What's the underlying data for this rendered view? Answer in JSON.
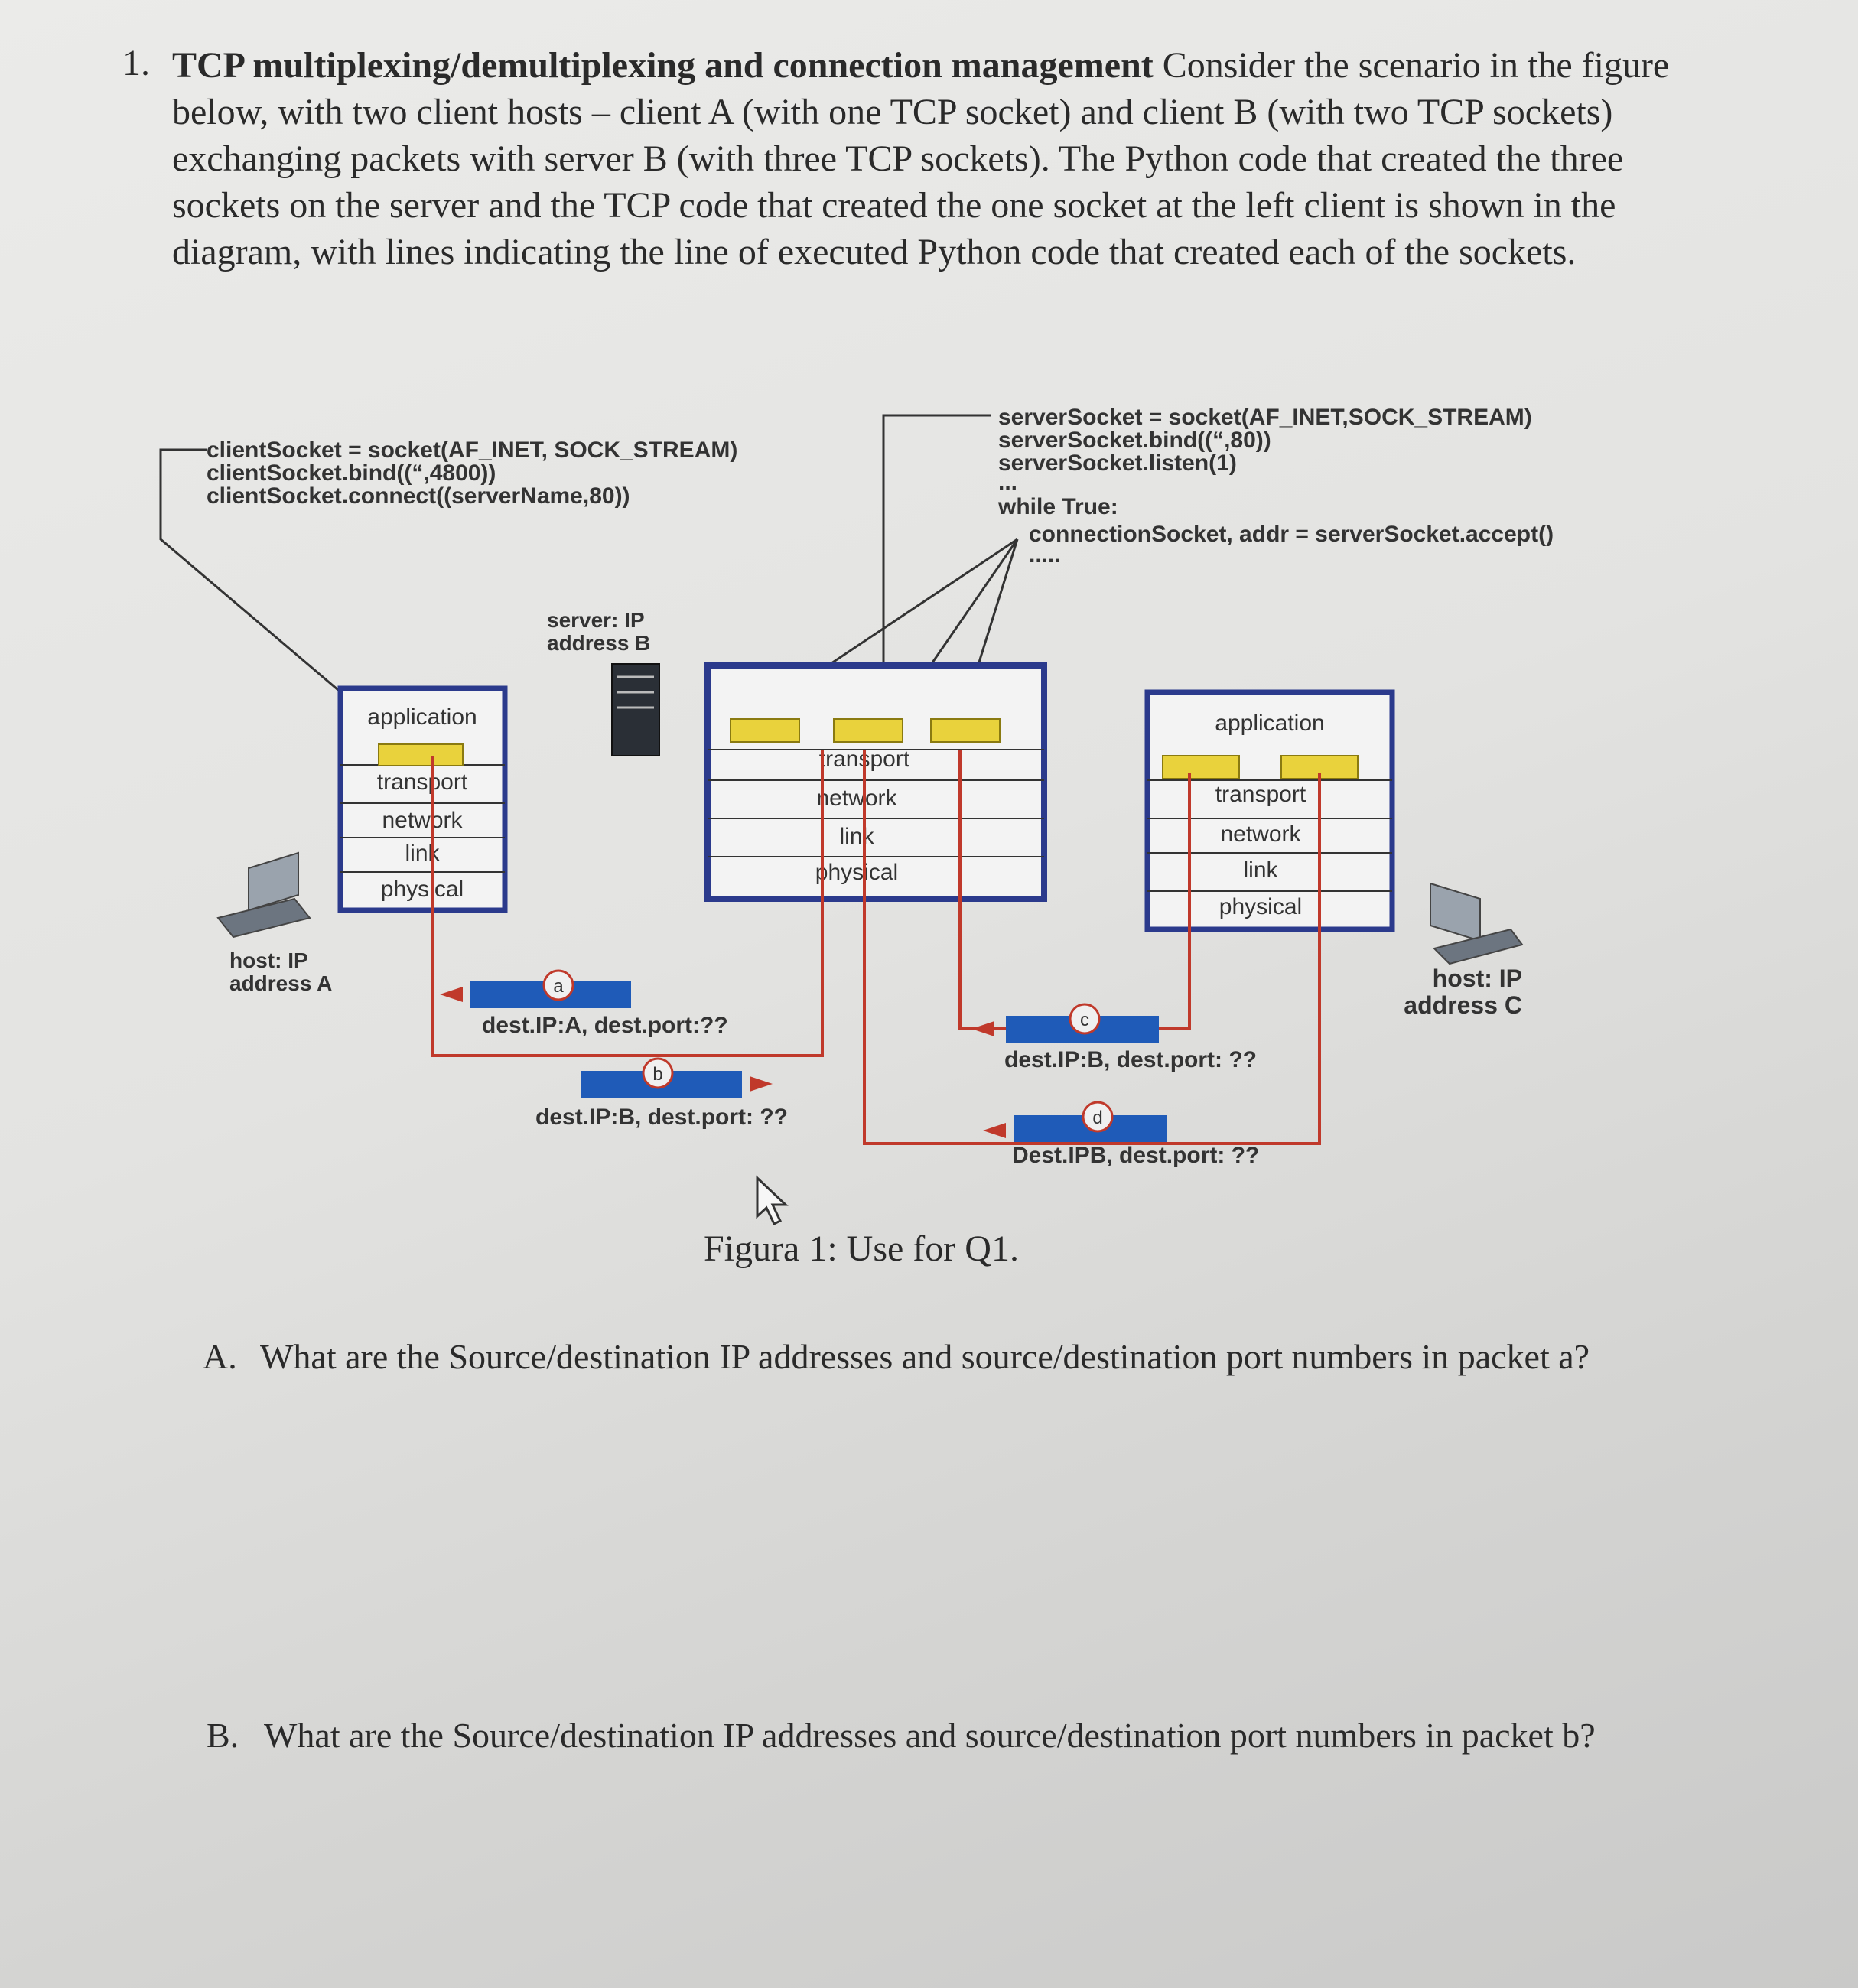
{
  "question": {
    "number": "1.",
    "title": "TCP multiplexing/demultiplexing and connection management",
    "body": " Consider the scenario in the figure below, with two client hosts – client A (with one TCP socket) and client B (with two TCP sockets) exchanging packets with server B (with three TCP sockets). The Python code that created the three sockets on the server and the TCP code that created the one socket at the left client is shown in the diagram, with lines indicating the line of executed Python code that created each of the sockets."
  },
  "figure": {
    "client_code": [
      "clientSocket = socket(AF_INET, SOCK_STREAM)",
      "clientSocket.bind((“,4800))",
      "clientSocket.connect((serverName,80))"
    ],
    "server_code": [
      "serverSocket = socket(AF_INET,SOCK_STREAM)",
      "serverSocket.bind((“,80))",
      "serverSocket.listen(1)",
      "...",
      "while True:",
      "connectionSocket, addr = serverSocket.accept()",
      "....."
    ],
    "server_label": [
      "server: IP",
      "address B"
    ],
    "host_a_label": [
      "host: IP",
      "address A"
    ],
    "host_c_label": [
      "host: IP",
      "address C"
    ],
    "layers": {
      "application": "application",
      "transport": "transport",
      "network": "network",
      "link": "link",
      "physical": "physical"
    },
    "packets": [
      {
        "tag": "a",
        "label": "dest.IP:A, dest.port:??"
      },
      {
        "tag": "b",
        "label": "dest.IP:B, dest.port: ??"
      },
      {
        "tag": "c",
        "label": "dest.IP:B, dest.port: ??"
      },
      {
        "tag": "d",
        "label": "Dest.IPB, dest.port: ??"
      }
    ],
    "colors": {
      "blue": "#1f5bb8",
      "red": "#c0392b",
      "yellow": "#e9d23c",
      "navy": "#2b3a8c"
    },
    "caption": "Figura 1: Use for Q1."
  },
  "sub_questions": [
    {
      "letter": "A.",
      "text": "What are the Source/destination IP addresses and source/destination port numbers in packet a?"
    },
    {
      "letter": "B.",
      "text": "What are the Source/destination IP addresses and source/destination port numbers in packet b?"
    }
  ]
}
